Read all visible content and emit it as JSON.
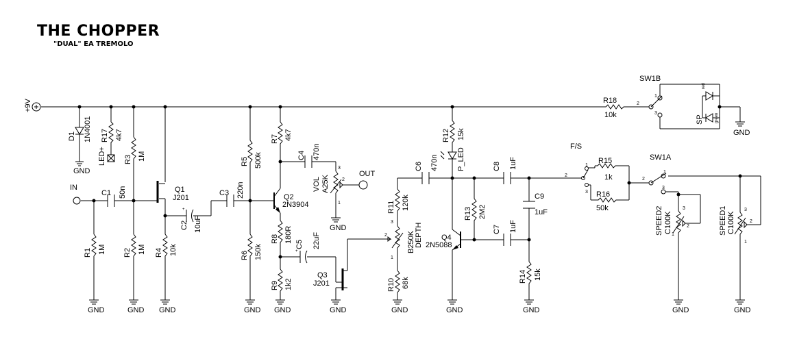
{
  "title": {
    "main": "THE CHOPPER",
    "sub": "\"DUAL\" EA TREMOLO"
  },
  "power": {
    "label": "+9V"
  },
  "io": {
    "in": "IN",
    "out": "OUT",
    "led_plus": "LED+"
  },
  "gnd": "GND",
  "components": {
    "D1": {
      "ref": "D1",
      "value": "1N4001"
    },
    "R17": {
      "ref": "R17",
      "value": "4k7"
    },
    "R3": {
      "ref": "R3",
      "value": "1M"
    },
    "R1": {
      "ref": "R1",
      "value": "1M"
    },
    "R2": {
      "ref": "R2",
      "value": "1M"
    },
    "R4": {
      "ref": "R4",
      "value": "10k"
    },
    "C1": {
      "ref": "C1",
      "value": "50n"
    },
    "Q1": {
      "ref": "Q1",
      "value": "J201"
    },
    "C2": {
      "ref": "C2",
      "value": "10uF"
    },
    "C3": {
      "ref": "C3",
      "value": "220n"
    },
    "R5": {
      "ref": "R5",
      "value": "500k"
    },
    "R6": {
      "ref": "R6",
      "value": "150k"
    },
    "R7": {
      "ref": "R7",
      "value": "4k7"
    },
    "C4": {
      "ref": "C4",
      "value": "470n"
    },
    "VOL": {
      "ref": "VOL",
      "value": "A25K"
    },
    "Q2": {
      "ref": "Q2",
      "value": "2N3904"
    },
    "R8": {
      "ref": "R8",
      "value": "180R"
    },
    "C5": {
      "ref": "C5",
      "value": "22uF"
    },
    "R9": {
      "ref": "R9",
      "value": "1k2"
    },
    "Q3": {
      "ref": "Q3",
      "value": "J201"
    },
    "C6": {
      "ref": "C6",
      "value": "470n"
    },
    "R11": {
      "ref": "R11",
      "value": "120k"
    },
    "DEPTH": {
      "ref": "DEPTH",
      "value": "B250K"
    },
    "R10": {
      "ref": "R10",
      "value": "68k"
    },
    "R12": {
      "ref": "R12",
      "value": "15k"
    },
    "P_LED": {
      "ref": "P_LED"
    },
    "R13": {
      "ref": "R13",
      "value": "2M2"
    },
    "Q4": {
      "ref": "Q4",
      "value": "2N5088"
    },
    "C8": {
      "ref": "C8",
      "value": "1uF"
    },
    "C7": {
      "ref": "C7",
      "value": "1uF"
    },
    "C9": {
      "ref": "C9",
      "value": "1uF"
    },
    "R14": {
      "ref": "R14",
      "value": "15k"
    },
    "FS": {
      "ref": "F/S"
    },
    "R15": {
      "ref": "R15",
      "value": "1k"
    },
    "R16": {
      "ref": "R16",
      "value": "50k"
    },
    "SW1A": {
      "ref": "SW1A"
    },
    "SW1B": {
      "ref": "SW1B"
    },
    "R18": {
      "ref": "R18",
      "value": "10k"
    },
    "SPEED2": {
      "ref": "SPEED2",
      "value": "C100K"
    },
    "SPEED1": {
      "ref": "SPEED1",
      "value": "C100K"
    },
    "SP": {
      "ref": "SP"
    },
    "led_red": "red",
    "led_green": "green"
  },
  "pins": {
    "p1": "1",
    "p2": "2",
    "p3": "3"
  }
}
